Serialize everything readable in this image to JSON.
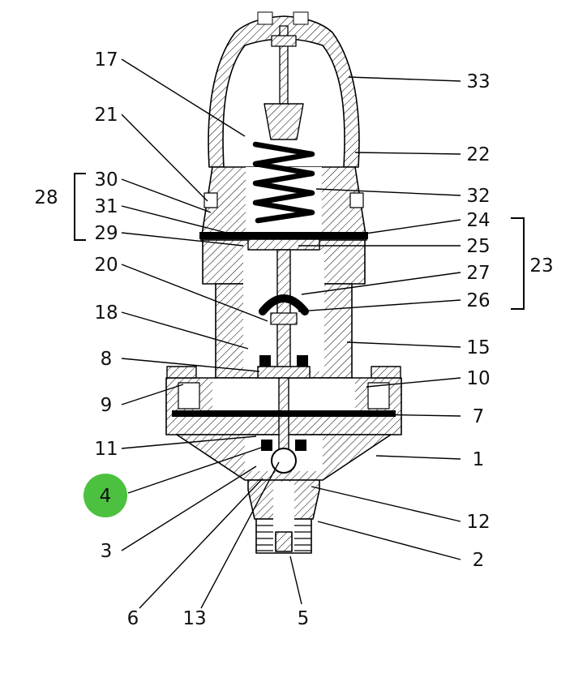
{
  "figure": {
    "kind": "cross-section assembly diagram",
    "subject": "pressure regulator valve with numbered part callouts",
    "highlight": {
      "label": "4",
      "color": "#4cc13f"
    },
    "brackets": [
      {
        "label": "28",
        "groups": "30, 31, 29",
        "side": "left"
      },
      {
        "label": "23",
        "groups": "24, 25, 27, 26",
        "side": "right"
      }
    ],
    "callouts": [
      {
        "label": "17"
      },
      {
        "label": "21"
      },
      {
        "label": "28"
      },
      {
        "label": "30"
      },
      {
        "label": "31"
      },
      {
        "label": "29"
      },
      {
        "label": "20"
      },
      {
        "label": "18"
      },
      {
        "label": "8"
      },
      {
        "label": "9"
      },
      {
        "label": "11"
      },
      {
        "label": "4"
      },
      {
        "label": "3"
      },
      {
        "label": "6"
      },
      {
        "label": "13"
      },
      {
        "label": "5"
      },
      {
        "label": "33"
      },
      {
        "label": "22"
      },
      {
        "label": "32"
      },
      {
        "label": "24"
      },
      {
        "label": "25"
      },
      {
        "label": "27"
      },
      {
        "label": "26"
      },
      {
        "label": "23"
      },
      {
        "label": "15"
      },
      {
        "label": "10"
      },
      {
        "label": "7"
      },
      {
        "label": "1"
      },
      {
        "label": "12"
      },
      {
        "label": "2"
      }
    ]
  }
}
